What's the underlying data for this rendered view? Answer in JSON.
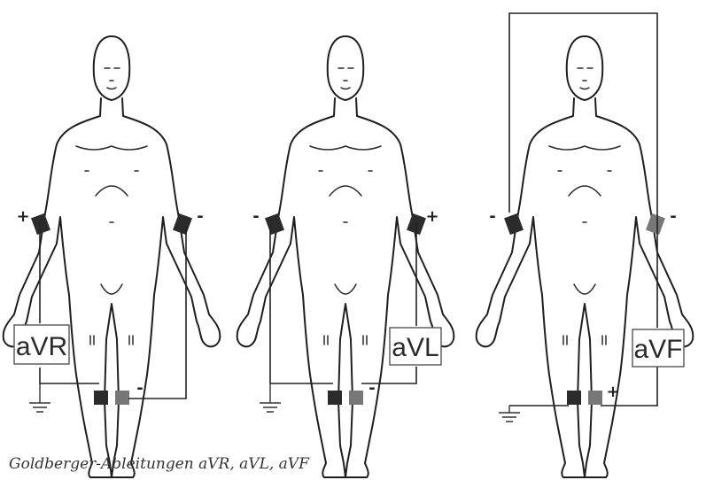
{
  "caption": "Goldberger-Ableitungen aVR, aVL, aVF",
  "leads": [
    {
      "label": "aVR",
      "right_arm_sign": "+",
      "left_arm_sign": "-",
      "left_leg_sign": "-"
    },
    {
      "label": "aVL",
      "right_arm_sign": "-",
      "left_arm_sign": "+",
      "left_leg_sign": "-"
    },
    {
      "label": "aVF",
      "right_arm_sign": "-",
      "left_arm_sign": "-",
      "left_leg_sign": "+"
    }
  ]
}
